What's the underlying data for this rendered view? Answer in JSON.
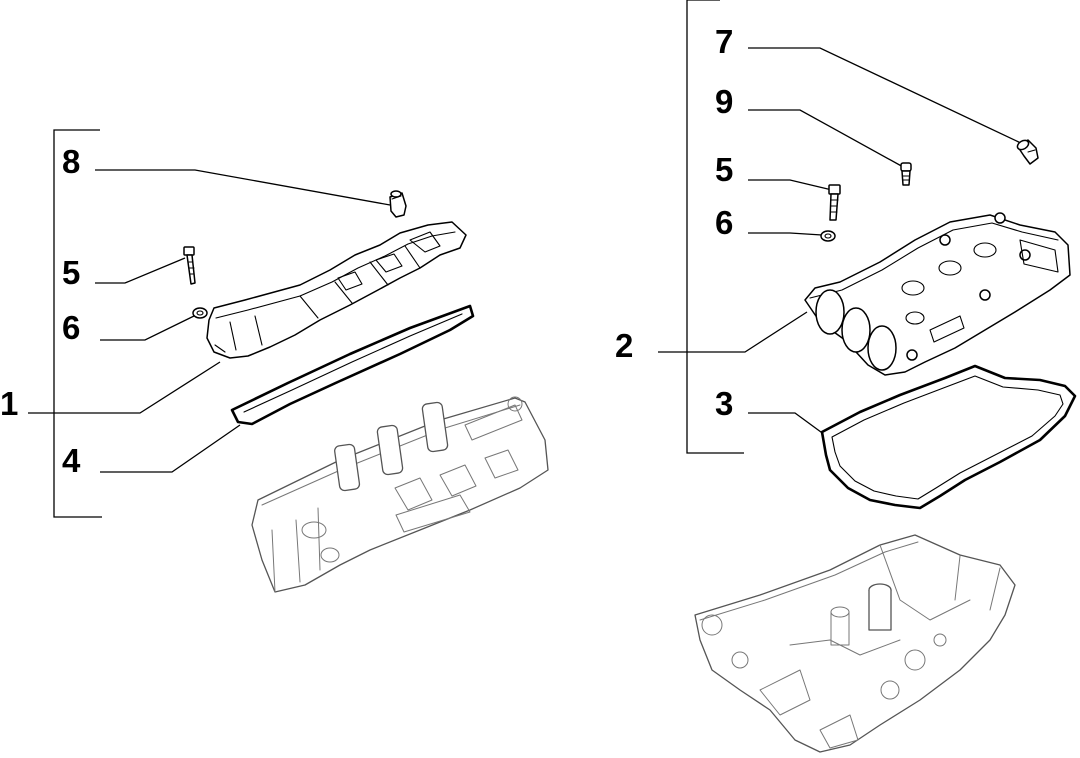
{
  "diagram": {
    "left_group": {
      "callouts": {
        "c1": "1",
        "c4": "4",
        "c5": "5",
        "c6": "6",
        "c8": "8"
      }
    },
    "right_group": {
      "callouts": {
        "c2": "2",
        "c3": "3",
        "c5": "5",
        "c6": "6",
        "c7": "7",
        "c9": "9"
      }
    }
  }
}
